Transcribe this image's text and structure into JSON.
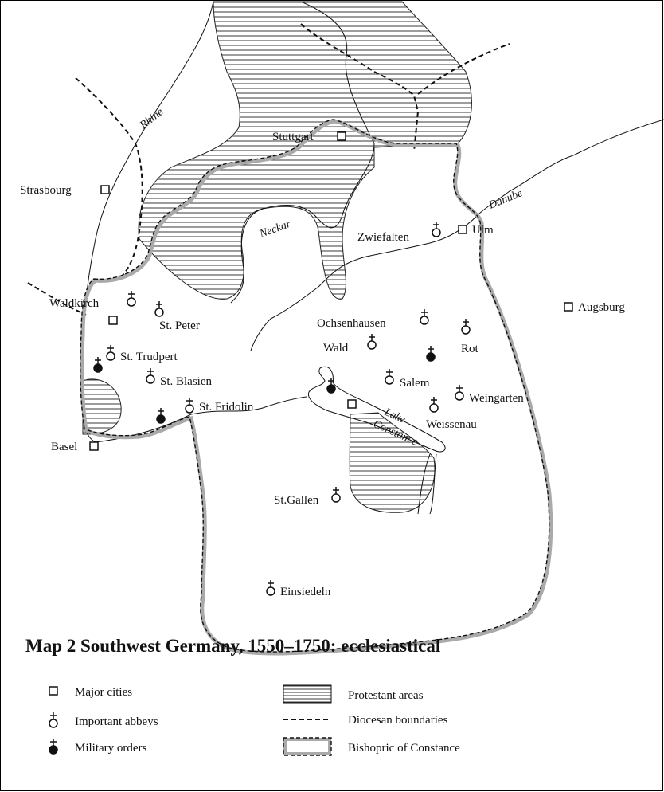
{
  "map": {
    "title": "Map 2  Southwest Germany, 1550–1750: ecclesiastical",
    "rivers": {
      "rhine": "Rhine",
      "neckar": "Neckar",
      "danube": "Danube",
      "lake_line1": "Lake",
      "lake_line2": "Constance"
    },
    "cities": {
      "stuttgart": "Stuttgart",
      "strasbourg": "Strasbourg",
      "ulm": "Ulm",
      "augsburg": "Augsburg",
      "basel": "Basel"
    },
    "abbeys": {
      "zwiefalten": "Zwiefalten",
      "waldkirch": "Waldkirch",
      "st_peter": "St. Peter",
      "ochsenhausen": "Ochsenhausen",
      "rot": "Rot",
      "wald": "Wald",
      "st_trudpert": "St. Trudpert",
      "st_blasien": "St. Blasien",
      "salem": "Salem",
      "weingarten": "Weingarten",
      "st_fridolin": "St. Fridolin",
      "weissenau": "Weissenau",
      "st_gallen": "St.Gallen",
      "einsiedeln": "Einsiedeln"
    },
    "legend": {
      "major_cities": "Major cities",
      "important_abbeys": "Important abbeys",
      "military_orders": "Military orders",
      "protestant_areas": "Protestant areas",
      "diocesan_boundaries": "Diocesan boundaries",
      "bishopric": "Bishopric of Constance"
    },
    "colors": {
      "ink": "#111111",
      "bishopric_band": "#aaaaaa"
    }
  }
}
